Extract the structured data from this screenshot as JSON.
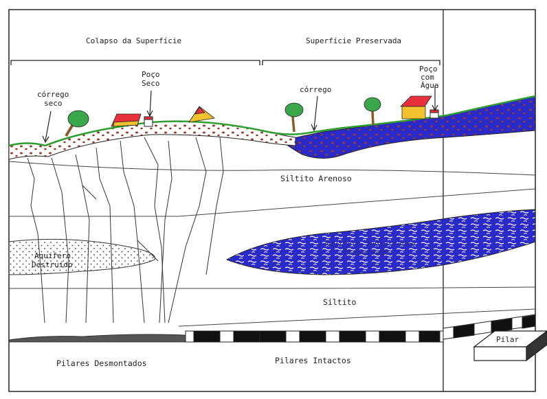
{
  "labels": {
    "collapse": "Colapso da Superfície",
    "preserved": "Superfície Preservada",
    "stream_dry_1": "córrego",
    "stream_dry_2": "seco",
    "dry_well_1": "Poço",
    "dry_well_2": "Seco",
    "stream": "córrego",
    "water_well_1": "Poço",
    "water_well_2": "com",
    "water_well_3": "Água",
    "sandy_siltstone": "Siltito Arenoso",
    "destroyed_aquifer_1": "Aquífero",
    "destroyed_aquifer_2": "Destruído",
    "preserved_aquifer_1": "Aquífero Subterrâneo",
    "preserved_aquifer_2": "Preservado",
    "siltstone": "Siltito",
    "pillar": "Pilar",
    "dismantled_pillars": "Pilares Desmontados",
    "intact_pillars": "Pilares Intactos"
  },
  "colors": {
    "water": "#2a2ac8",
    "grass": "#2e9e2e",
    "soil_dots": "#9a3a2a",
    "house_roof": "#e8303a",
    "house_wall": "#f2c12e",
    "tree": "#3aa84a",
    "trunk": "#8a5a2a",
    "ink": "#222222"
  }
}
